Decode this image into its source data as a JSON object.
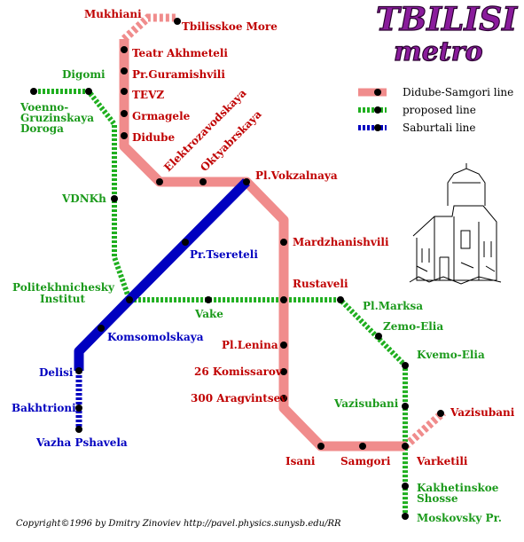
{
  "title": {
    "line1": "TBILISI",
    "line2": "metro"
  },
  "legend": {
    "items": [
      {
        "label": "Didube-Samgori line",
        "color": "#f08c8c",
        "style": "solid"
      },
      {
        "label": "proposed line",
        "color": "#1faf1f",
        "style": "dashed"
      },
      {
        "label": "Saburtali line",
        "color": "#0000c0",
        "style": "dashed"
      }
    ]
  },
  "colors": {
    "didube_samgori": "#f08c8c",
    "proposed": "#1faf1f",
    "saburtali": "#0000c0",
    "station_dot": "#000000",
    "label_red": "#c00000",
    "label_green": "#1b9a1b",
    "label_blue": "#0000c0"
  },
  "stations": {
    "mukhiani": "Mukhiani",
    "tbilisskoe_more": "Tbilisskoe More",
    "teatr_akhmeteli": "Teatr Akhmeteli",
    "pr_guramishvili": "Pr.Guramishvili",
    "tevz": "TEVZ",
    "grmagele": "Grmagele",
    "didube": "Didube",
    "elektrozavodskaya": "Elektrozavodskaya",
    "oktyabrskaya": "Oktyabrskaya",
    "pl_vokzalnaya": "Pl.Vokzalnaya",
    "mardzhanishvili": "Mardzhanishvili",
    "rustaveli": "Rustaveli",
    "pl_lenina": "Pl.Lenina",
    "komissarov": "26 Komissarov",
    "aragvintsev": "300 Aragvintsev",
    "isani": "Isani",
    "samgori": "Samgori",
    "varketili": "Varketili",
    "vazisubani_ext": "Vazisubani",
    "digomi": "Digomi",
    "voenno_line1": "Voenno-",
    "voenno_line2": "Gruzinskaya",
    "voenno_line3": "Doroga",
    "vdnkh": "VDNKh",
    "politekh_line1": "Politekhnichesky",
    "politekh_line2": "Institut",
    "vake": "Vake",
    "pl_marksa": "Pl.Marksa",
    "zemo_elia": "Zemo-Elia",
    "kvemo_elia": "Kvemo-Elia",
    "vazisubani_prop": "Vazisubani",
    "kakhetinskoe_line1": "Kakhetinskoe",
    "kakhetinskoe_line2": "Shosse",
    "moskovsky_pr": "Moskovsky Pr.",
    "pr_tsereteli": "Pr.Tsereteli",
    "komsomolskaya": "Komsomolskaya",
    "delisi": "Delisi",
    "bakhtrioni": "Bakhtrioni",
    "vazha_pshavela": "Vazha Pshavela"
  },
  "copyright": "Copyright©1996 by Dmitry Zinoviev http://pavel.physics.sunysb.edu/RR"
}
